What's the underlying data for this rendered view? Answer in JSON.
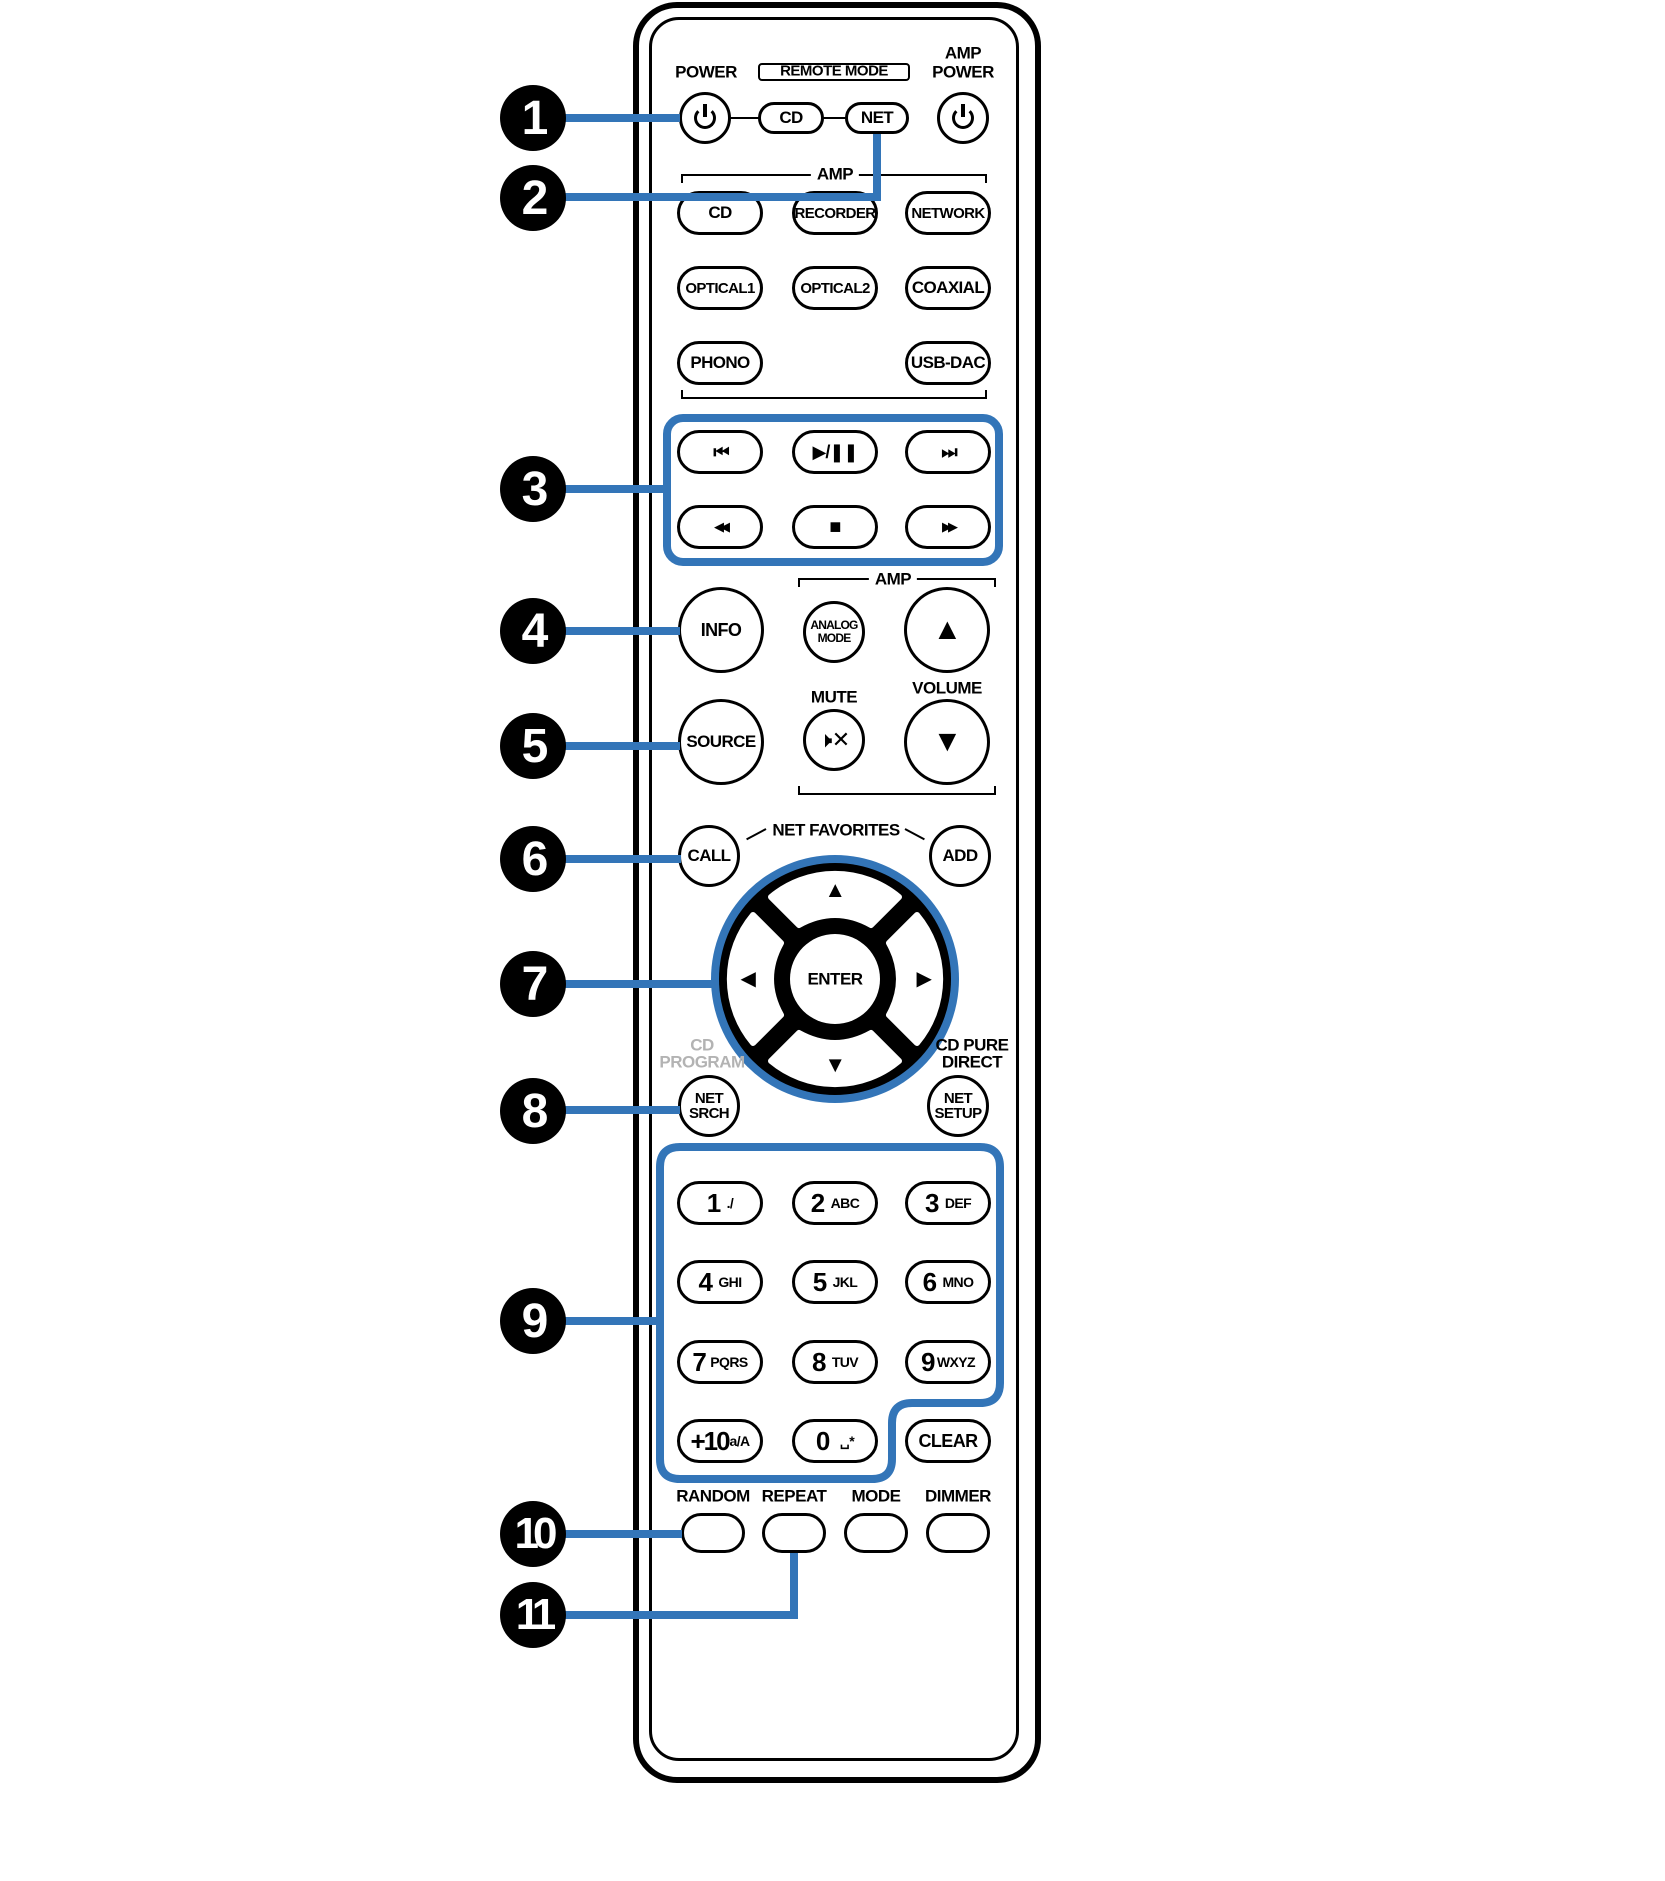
{
  "title": "Remote control unit - part names",
  "colors": {
    "accent": "#3375b8",
    "outline": "#000000",
    "dim_label": "#b3b3b3"
  },
  "callouts": [
    "1",
    "2",
    "3",
    "4",
    "5",
    "6",
    "7",
    "8",
    "9",
    "10",
    "11"
  ],
  "top": {
    "power_label": "POWER",
    "remote_mode_label": "REMOTE MODE",
    "amp_power_label_1": "AMP",
    "amp_power_label_2": "POWER",
    "remote_mode_buttons": [
      "CD",
      "NET"
    ],
    "power_icon": "power-icon"
  },
  "amp_inputs": {
    "group_label": "AMP",
    "buttons": [
      "CD",
      "RECORDER",
      "NETWORK",
      "OPTICAL1",
      "OPTICAL2",
      "COAXIAL",
      "PHONO",
      "USB-DAC"
    ]
  },
  "transport": {
    "buttons": [
      {
        "icon": "skip-back-icon",
        "glyph": "⏮"
      },
      {
        "icon": "play-pause-icon",
        "glyph": "▶/❚❚"
      },
      {
        "icon": "skip-forward-icon",
        "glyph": "⏭"
      },
      {
        "icon": "rewind-icon",
        "glyph": "◀◀"
      },
      {
        "icon": "stop-icon",
        "glyph": "■"
      },
      {
        "icon": "fast-forward-icon",
        "glyph": "▶▶"
      }
    ]
  },
  "amp_controls": {
    "group_label": "AMP",
    "info": "INFO",
    "source": "SOURCE",
    "analog_mode_1": "ANALOG",
    "analog_mode_2": "MODE",
    "mute_label": "MUTE",
    "volume_label": "VOLUME",
    "vol_up": "▲",
    "vol_down": "▼"
  },
  "net_favorites": {
    "label": "NET FAVORITES",
    "call": "CALL",
    "add": "ADD"
  },
  "dpad": {
    "enter": "ENTER",
    "up": "▲",
    "down": "▼",
    "left": "◀",
    "right": "▶"
  },
  "side": {
    "cd_program_1": "CD",
    "cd_program_2": "PROGRAM",
    "net_srch_1": "NET",
    "net_srch_2": "SRCH",
    "cd_pure_direct_1": "CD PURE",
    "cd_pure_direct_2": "DIRECT",
    "net_setup_1": "NET",
    "net_setup_2": "SETUP"
  },
  "keypad": {
    "keys": [
      {
        "num": "1",
        "sub": "./"
      },
      {
        "num": "2",
        "sub": "ABC"
      },
      {
        "num": "3",
        "sub": "DEF"
      },
      {
        "num": "4",
        "sub": "GHI"
      },
      {
        "num": "5",
        "sub": "JKL"
      },
      {
        "num": "6",
        "sub": "MNO"
      },
      {
        "num": "7",
        "sub": "PQRS"
      },
      {
        "num": "8",
        "sub": "TUV"
      },
      {
        "num": "9",
        "sub": "WXYZ"
      },
      {
        "num": "+10",
        "sub": "a/A"
      },
      {
        "num": "0",
        "sub": "␣*"
      }
    ],
    "clear": "CLEAR"
  },
  "bottom": {
    "labels": [
      "RANDOM",
      "REPEAT",
      "MODE",
      "DIMMER"
    ]
  }
}
